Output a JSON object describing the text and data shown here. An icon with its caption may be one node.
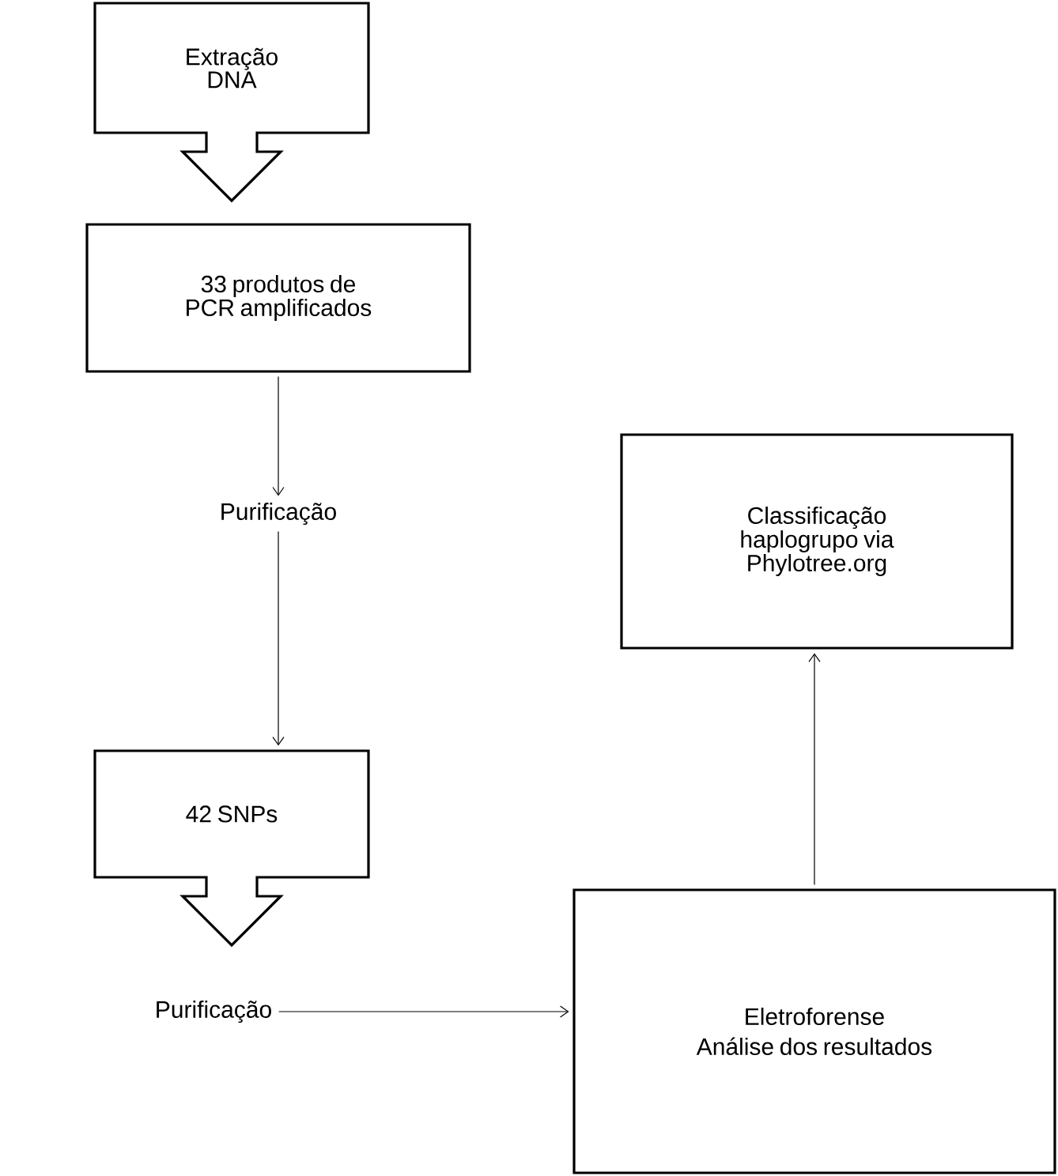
{
  "diagram": {
    "nodes": [
      {
        "text": [
          "Extração DNA"
        ]
      },
      {
        "text": [
          "33 produtos de PCR amplificados"
        ]
      },
      {
        "text": [
          "Purificação"
        ]
      },
      {
        "text": [
          "42 SNPs"
        ]
      },
      {
        "text": [
          "Purificação"
        ]
      },
      {
        "text": [
          "Eletroforense",
          "Análise dos resultados"
        ]
      },
      {
        "text": [
          "Classificação haplogrupo via Phylotree.org"
        ]
      }
    ],
    "edges": [
      {
        "from": 1,
        "to": 2,
        "arrow": "to"
      },
      {
        "from": 2,
        "to": 3,
        "arrow": "to"
      },
      {
        "from": 4,
        "to": 5,
        "arrow": "to"
      },
      {
        "from": 5,
        "to": 6,
        "arrow": "to"
      }
    ]
  }
}
